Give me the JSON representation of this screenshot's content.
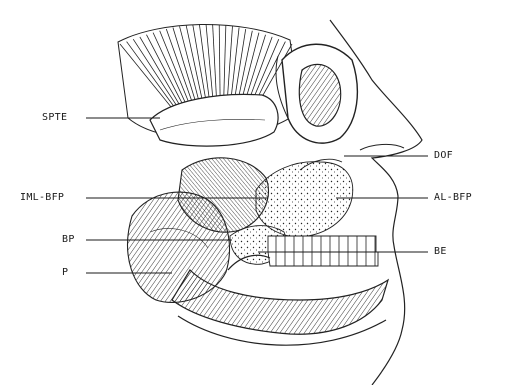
{
  "labels": {
    "spte": "SPTE",
    "iml_bfp": "IML-BFP",
    "bp": "BP",
    "p": "P",
    "dof": "DOF",
    "al_bfp": "AL-BFP",
    "be": "BE"
  },
  "colors": {
    "ink": "#1a1a1a",
    "paper": "#ffffff"
  }
}
